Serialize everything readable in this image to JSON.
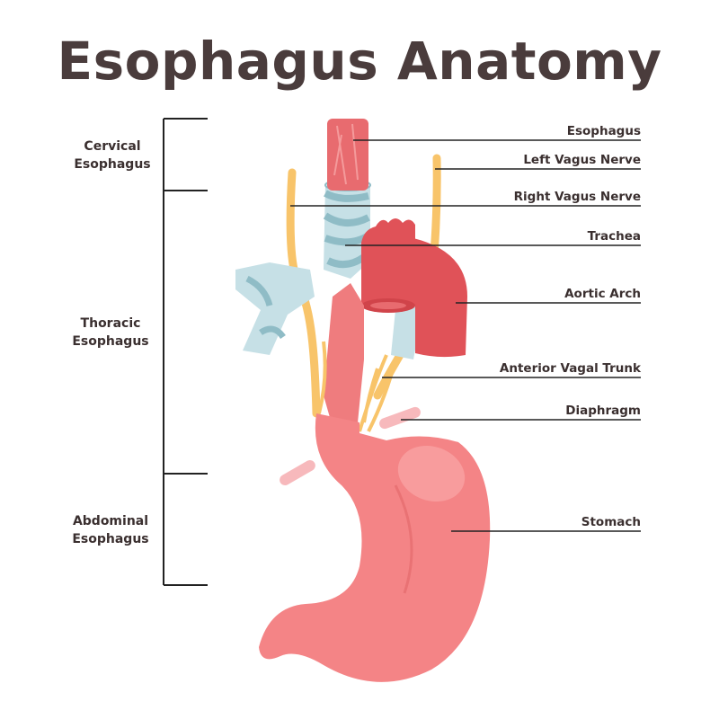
{
  "title": "Esophagus Anatomy",
  "sections": [
    {
      "line1": "Cervical",
      "line2": "Esophagus"
    },
    {
      "line1": "Thoracic",
      "line2": "Esophagus"
    },
    {
      "line1": "Abdominal",
      "line2": "Esophagus"
    }
  ],
  "labels": [
    "Esophagus",
    "Left Vagus Nerve",
    "Right Vagus Nerve",
    "Trachea",
    "Aortic Arch",
    "Anterior Vagal Trunk",
    "Diaphragm",
    "Stomach"
  ],
  "colors": {
    "title": "#4a3c3c",
    "esophagus": "#e86b6f",
    "stomach": "#f48486",
    "trachea_light": "#c6e0e6",
    "trachea_dark": "#8fbcc6",
    "aorta": "#e05258",
    "nerve": "#f8c46a",
    "diaphragm": "#f7b9bc",
    "line": "#222222"
  }
}
